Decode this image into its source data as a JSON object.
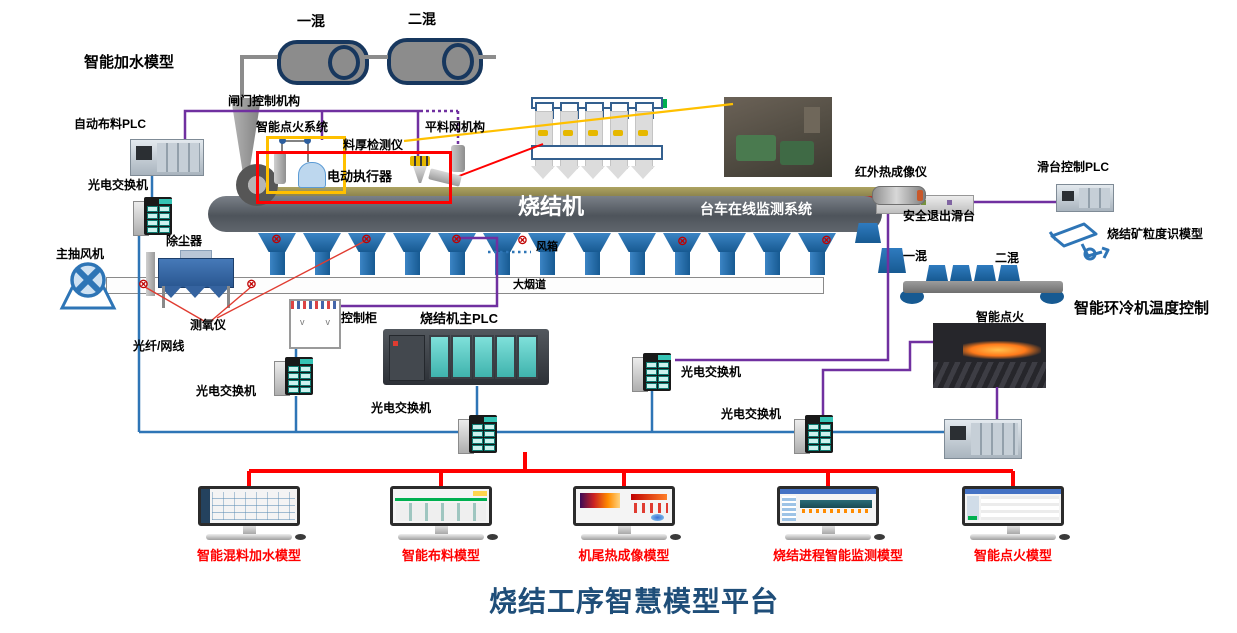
{
  "colors": {
    "purple": "#7030A0",
    "blue": "#2E75B6",
    "red": "#FF0000",
    "yellow": "#FFC000",
    "navy": "#17375E",
    "title_blue": "#1F4E79"
  },
  "icons": {
    "oxygen_sensor": "⊗"
  },
  "labels": {
    "water_model": "智能加水模型",
    "mixer1": "一混",
    "mixer2": "二混",
    "gate_control": "闸门控制机构",
    "feed_plc": "自动布料PLC",
    "ignition_system": "智能点火系统",
    "thickness_gauge": "料厚检测仪",
    "leveler": "平料网机构",
    "actuator": "电动执行器",
    "optical_switch": "光电交换机",
    "sinter_machine": "烧结机",
    "trolley_monitor": "台车在线监测系统",
    "windbox": "风箱",
    "main_flue": "大烟道",
    "main_fan": "主抽风机",
    "dust_collector": "除尘器",
    "oxygen_meter": "测氧仪",
    "fiber": "光纤/网线",
    "control_cabinet": "控制柜",
    "main_plc": "烧结机主PLC",
    "thermal_imager": "红外热成像仪",
    "slide_plc": "滑台控制PLC",
    "exit_slide": "安全退出滑台",
    "particle_model": "烧结矿粒度识模型",
    "cooler_mixer1": "一混",
    "cooler_mixer2": "二混",
    "cooler_control": "智能环冷机温度控制",
    "smart_ignition": "智能点火"
  },
  "monitors": [
    {
      "label": "智能混料加水模型"
    },
    {
      "label": "智能布料模型"
    },
    {
      "label": "机尾热成像模型"
    },
    {
      "label": "烧结进程智能监测模型"
    },
    {
      "label": "智能点火模型"
    }
  ],
  "title": "烧结工序智慧模型平台"
}
